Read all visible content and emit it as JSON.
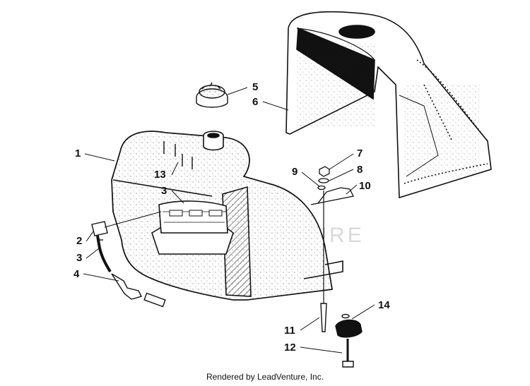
{
  "callouts": {
    "c1": "1",
    "c2": "2",
    "c3a": "3",
    "c3b": "3",
    "c4": "4",
    "c5": "5",
    "c6": "6",
    "c7": "7",
    "c8": "8",
    "c9": "9",
    "c10": "10",
    "c11": "11",
    "c12": "12",
    "c13": "13",
    "c14": "14"
  },
  "watermark": "LEADVENTURE",
  "footer": "Rendered by LeadVenture, Inc."
}
